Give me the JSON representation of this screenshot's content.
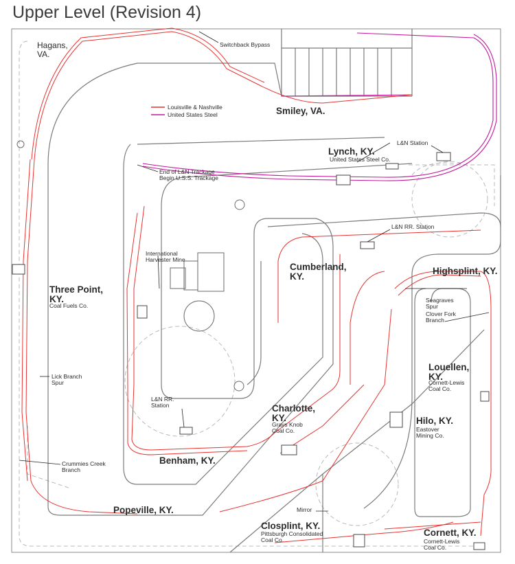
{
  "title": "Upper Level (Revision 4)",
  "colors": {
    "ln": "#e8312f",
    "uss": "#c2189b",
    "bench": "#7a7a7a",
    "lower": "#9a9a9a"
  },
  "legend": {
    "ln": "Louisville & Nashville",
    "uss": "United States Steel"
  },
  "towns": {
    "hagans": [
      "Hagans,",
      "VA."
    ],
    "smiley": "Smiley, VA.",
    "lynch": "Lynch, KY.",
    "three_point": [
      "Three Point,",
      "KY."
    ],
    "cumberland": [
      "Cumberland,",
      "KY."
    ],
    "highsplint": "Highsplint, KY.",
    "charlotte": [
      "Charlotte,",
      "KY."
    ],
    "benham": "Benham, KY.",
    "louellen": [
      "Louellen,",
      "KY."
    ],
    "hilo": "Hilo, KY.",
    "popeville": "Popeville, KY.",
    "closplint": "Closplint, KY.",
    "cornett": "Cornett, KY."
  },
  "industries": {
    "lynch": "United States Steel Co.",
    "three_point": "Coal Fuels Co.",
    "charlotte": [
      "Grays Knob",
      "Coal Co."
    ],
    "louellen": [
      "Cornett-Lewis",
      "Coal Co."
    ],
    "hilo": [
      "Eastover",
      "Mining Co."
    ],
    "closplint": [
      "Pittsburgh Consolidated",
      "Coal Co."
    ],
    "cornett": [
      "Cornett-Lewis",
      "Coal Co."
    ]
  },
  "callouts": {
    "switchback": "Switchback Bypass",
    "ln_station_lynch": "L&N Station",
    "end_ln": [
      "End of L&N Trackage",
      "Begin U.S.S. Trackage"
    ],
    "ln_rr_station_cumberland": "L&N RR. Station",
    "international": [
      "International",
      "Harvester Mine"
    ],
    "seagraves": [
      "Seagraves",
      "Spur"
    ],
    "clover_fork": [
      "Clover Fork",
      "Branch"
    ],
    "lick_branch": [
      "Lick Branch",
      "Spur"
    ],
    "crummies": [
      "Crummies Creek",
      "Branch"
    ],
    "benham_station": [
      "L&N RR.",
      "Station"
    ],
    "mirror": "Mirror"
  }
}
